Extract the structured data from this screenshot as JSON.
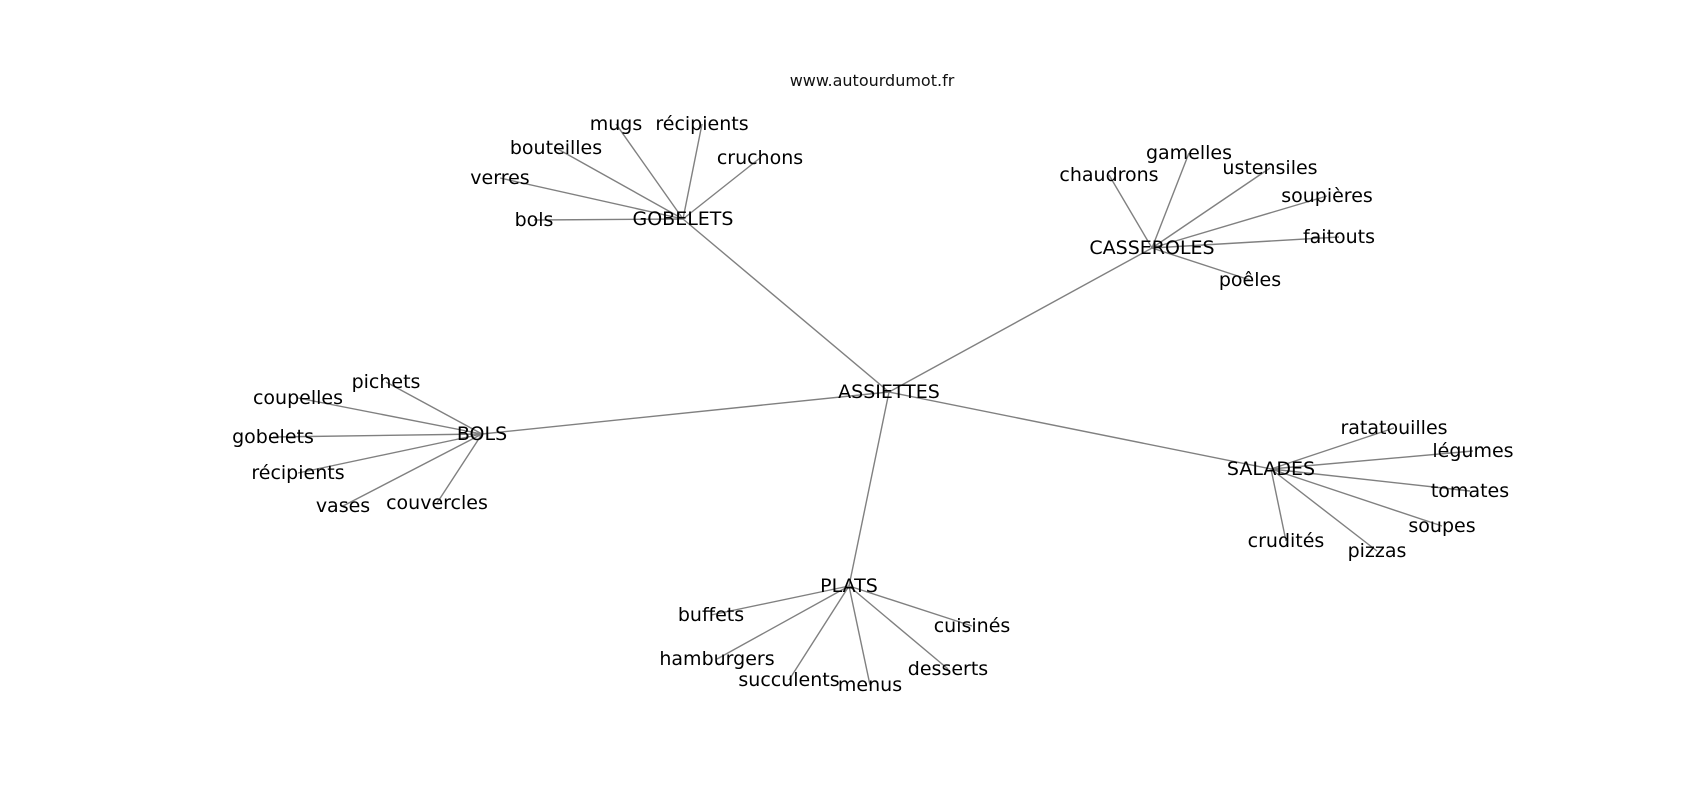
{
  "source": "www.autourdumot.fr",
  "graph": {
    "root": "ASSIETTES",
    "branches": [
      {
        "hub": "GOBELETS",
        "leaves": [
          "mugs",
          "récipients",
          "bouteilles",
          "cruchons",
          "verres",
          "bols"
        ]
      },
      {
        "hub": "CASSEROLES",
        "leaves": [
          "gamelles",
          "chaudrons",
          "ustensiles",
          "soupières",
          "faitouts",
          "poêles"
        ]
      },
      {
        "hub": "BOLS",
        "leaves": [
          "pichets",
          "coupelles",
          "gobelets",
          "récipients",
          "vases",
          "couvercles"
        ]
      },
      {
        "hub": "SALADES",
        "leaves": [
          "ratatouilles",
          "légumes",
          "tomates",
          "soupes",
          "crudités",
          "pizzas"
        ]
      },
      {
        "hub": "PLATS",
        "leaves": [
          "buffets",
          "cuisinés",
          "hamburgers",
          "desserts",
          "succulents",
          "menus"
        ]
      }
    ]
  }
}
